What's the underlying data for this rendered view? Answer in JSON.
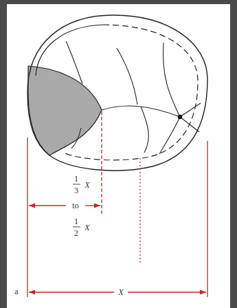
{
  "diagram": {
    "labels": [
      "1",
      "3",
      "X",
      "to",
      "1",
      "2",
      "X",
      "a",
      "X"
    ]
  }
}
